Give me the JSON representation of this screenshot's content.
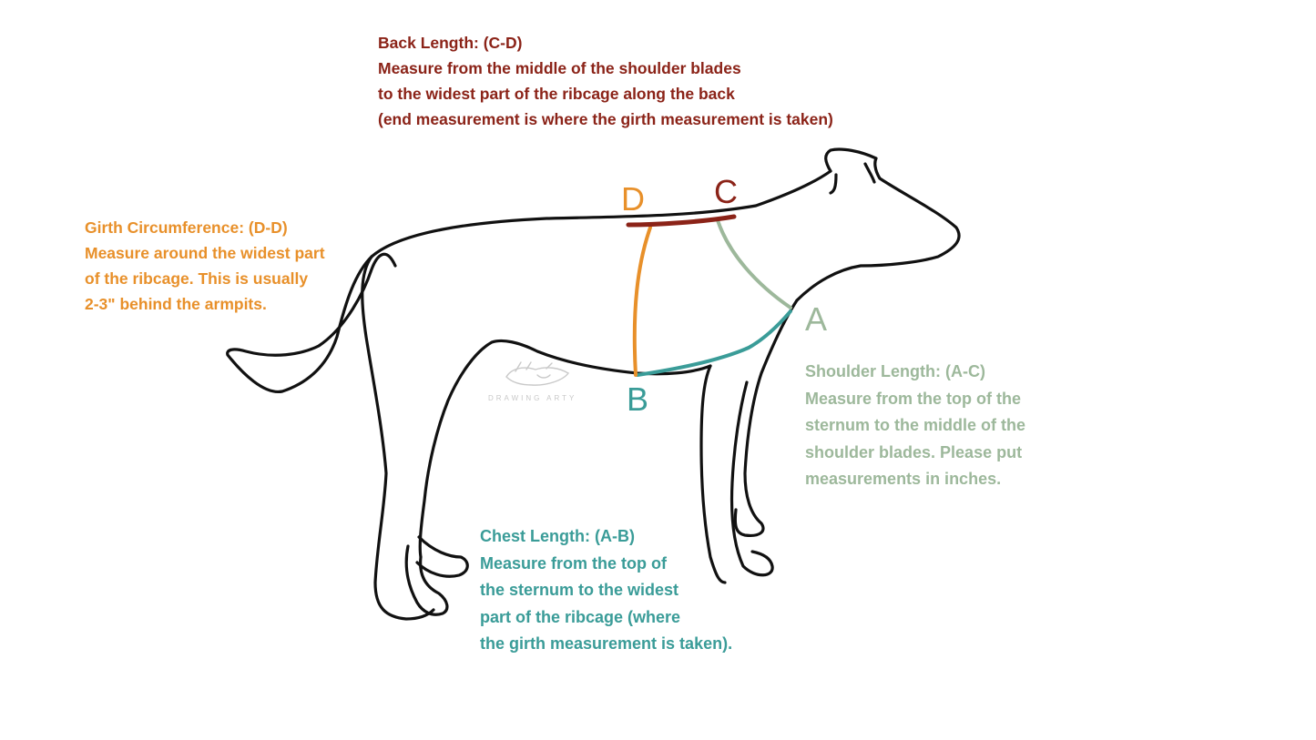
{
  "colors": {
    "back": "#8b2318",
    "girth": "#e8902a",
    "shoulder": "#9db89b",
    "chest": "#3a9c98",
    "outline": "#111111",
    "watermark": "#c8c8c8"
  },
  "callouts": {
    "back": {
      "lines": [
        "Back Length: (C-D)",
        "Measure from the middle of the shoulder blades",
        "to the widest part of the ribcage along the back",
        "(end measurement is where the girth measurement is taken)"
      ]
    },
    "girth": {
      "lines": [
        "Girth Circumference: (D-D)",
        "Measure around the widest part",
        "of the ribcage. This is usually",
        "2-3\" behind the armpits."
      ]
    },
    "shoulder": {
      "lines": [
        "Shoulder Length: (A-C)",
        "Measure from the top of the",
        "sternum to the middle of the",
        "shoulder blades. Please put",
        "measurements in inches."
      ]
    },
    "chest": {
      "lines": [
        "Chest Length: (A-B)",
        "Measure from the top of",
        "the sternum to the widest",
        "part of the ribcage (where",
        "the girth measurement is taken)."
      ]
    }
  },
  "points": {
    "a": "A",
    "b": "B",
    "c": "C",
    "d": "D"
  },
  "watermark": {
    "text": "DRAWING ARTY",
    "icon": "sketch-dog-logo-icon"
  }
}
